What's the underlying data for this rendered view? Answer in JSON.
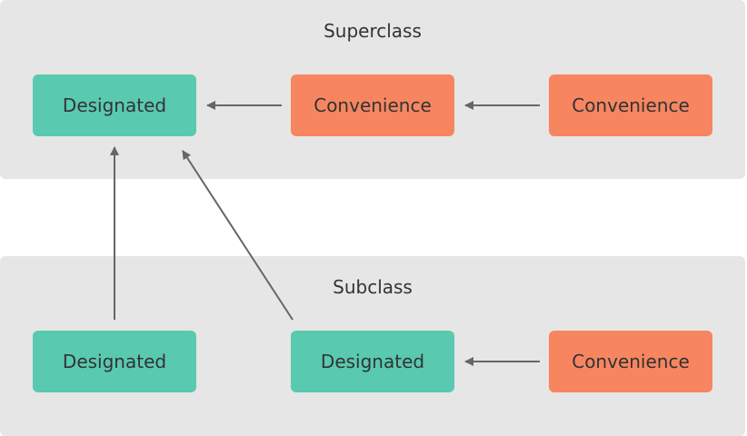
{
  "colors": {
    "designated": "#59c9b0",
    "convenience": "#f78660",
    "panel": "#e6e6e6",
    "arrow": "#666666",
    "text": "#333333"
  },
  "superclass": {
    "title": "Superclass",
    "nodes": [
      {
        "label": "Designated",
        "kind": "designated"
      },
      {
        "label": "Convenience",
        "kind": "convenience"
      },
      {
        "label": "Convenience",
        "kind": "convenience"
      }
    ]
  },
  "subclass": {
    "title": "Subclass",
    "nodes": [
      {
        "label": "Designated",
        "kind": "designated"
      },
      {
        "label": "Designated",
        "kind": "designated"
      },
      {
        "label": "Convenience",
        "kind": "convenience"
      }
    ]
  },
  "arrows": [
    {
      "from": "superclass-node-2",
      "to": "superclass-node-1"
    },
    {
      "from": "superclass-node-3",
      "to": "superclass-node-2"
    },
    {
      "from": "subclass-node-3",
      "to": "subclass-node-2"
    },
    {
      "from": "subclass-node-1",
      "to": "superclass-node-1"
    },
    {
      "from": "subclass-node-2",
      "to": "superclass-node-1"
    }
  ]
}
